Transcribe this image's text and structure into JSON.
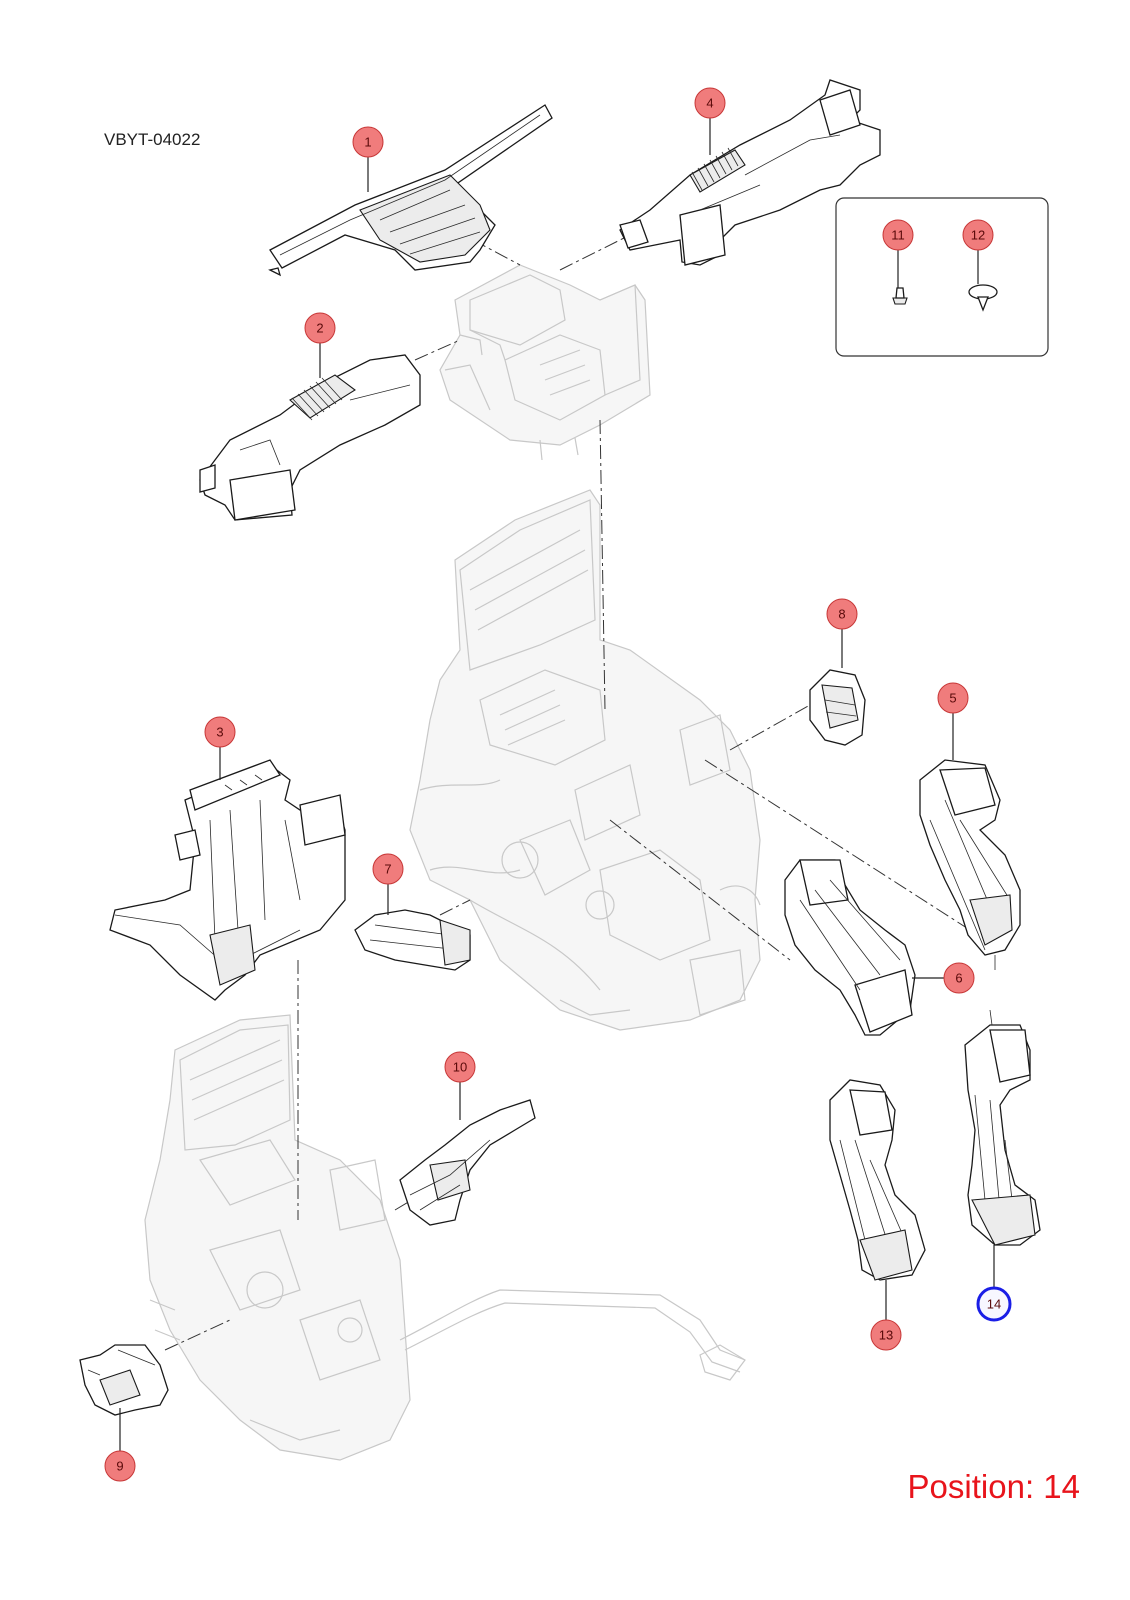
{
  "diagram": {
    "code": "VBYT-04022",
    "position_label": "Position: 14",
    "selected_callout": "14",
    "callouts": [
      {
        "id": "c1",
        "label": "1"
      },
      {
        "id": "c2",
        "label": "2"
      },
      {
        "id": "c3",
        "label": "3"
      },
      {
        "id": "c4",
        "label": "4"
      },
      {
        "id": "c5",
        "label": "5"
      },
      {
        "id": "c6",
        "label": "6"
      },
      {
        "id": "c7",
        "label": "7"
      },
      {
        "id": "c8",
        "label": "8"
      },
      {
        "id": "c9",
        "label": "9"
      },
      {
        "id": "c10",
        "label": "10"
      },
      {
        "id": "c11",
        "label": "11"
      },
      {
        "id": "c12",
        "label": "12"
      },
      {
        "id": "c13",
        "label": "13"
      },
      {
        "id": "c14",
        "label": "14"
      }
    ],
    "colors": {
      "callout_fill": "#f07c7c",
      "selected_outline": "#1a1ee6",
      "position_text": "#e8141b"
    }
  }
}
